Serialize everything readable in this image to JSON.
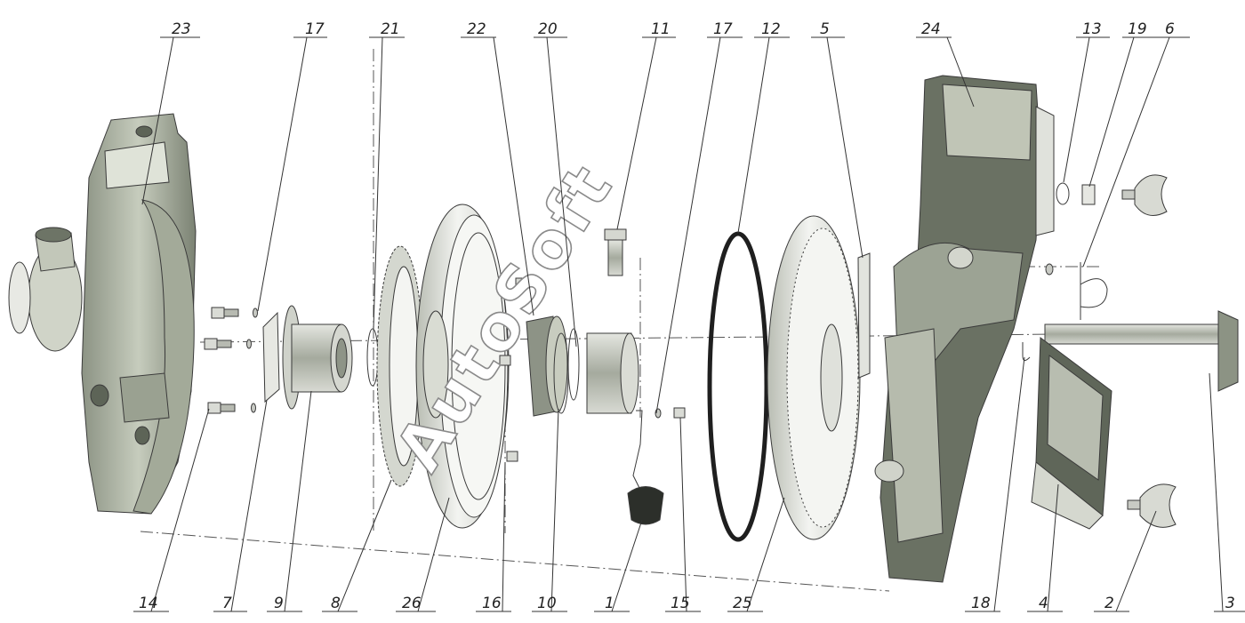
{
  "watermark": "AutoSoft",
  "callouts": {
    "top": [
      "23",
      "17",
      "21",
      "22",
      "20",
      "11",
      "17",
      "12",
      "5",
      "24",
      "13",
      "19",
      "6"
    ],
    "bottom": [
      "14",
      "7",
      "9",
      "8",
      "26",
      "16",
      "10",
      "1",
      "15",
      "25",
      "18",
      "4",
      "2",
      "3"
    ]
  },
  "colors": {
    "casting": "#b9bfb0",
    "casting_dark": "#6f7668",
    "disk": "#e9ebe6",
    "ring": "#1f1f1f",
    "line": "#333333"
  }
}
